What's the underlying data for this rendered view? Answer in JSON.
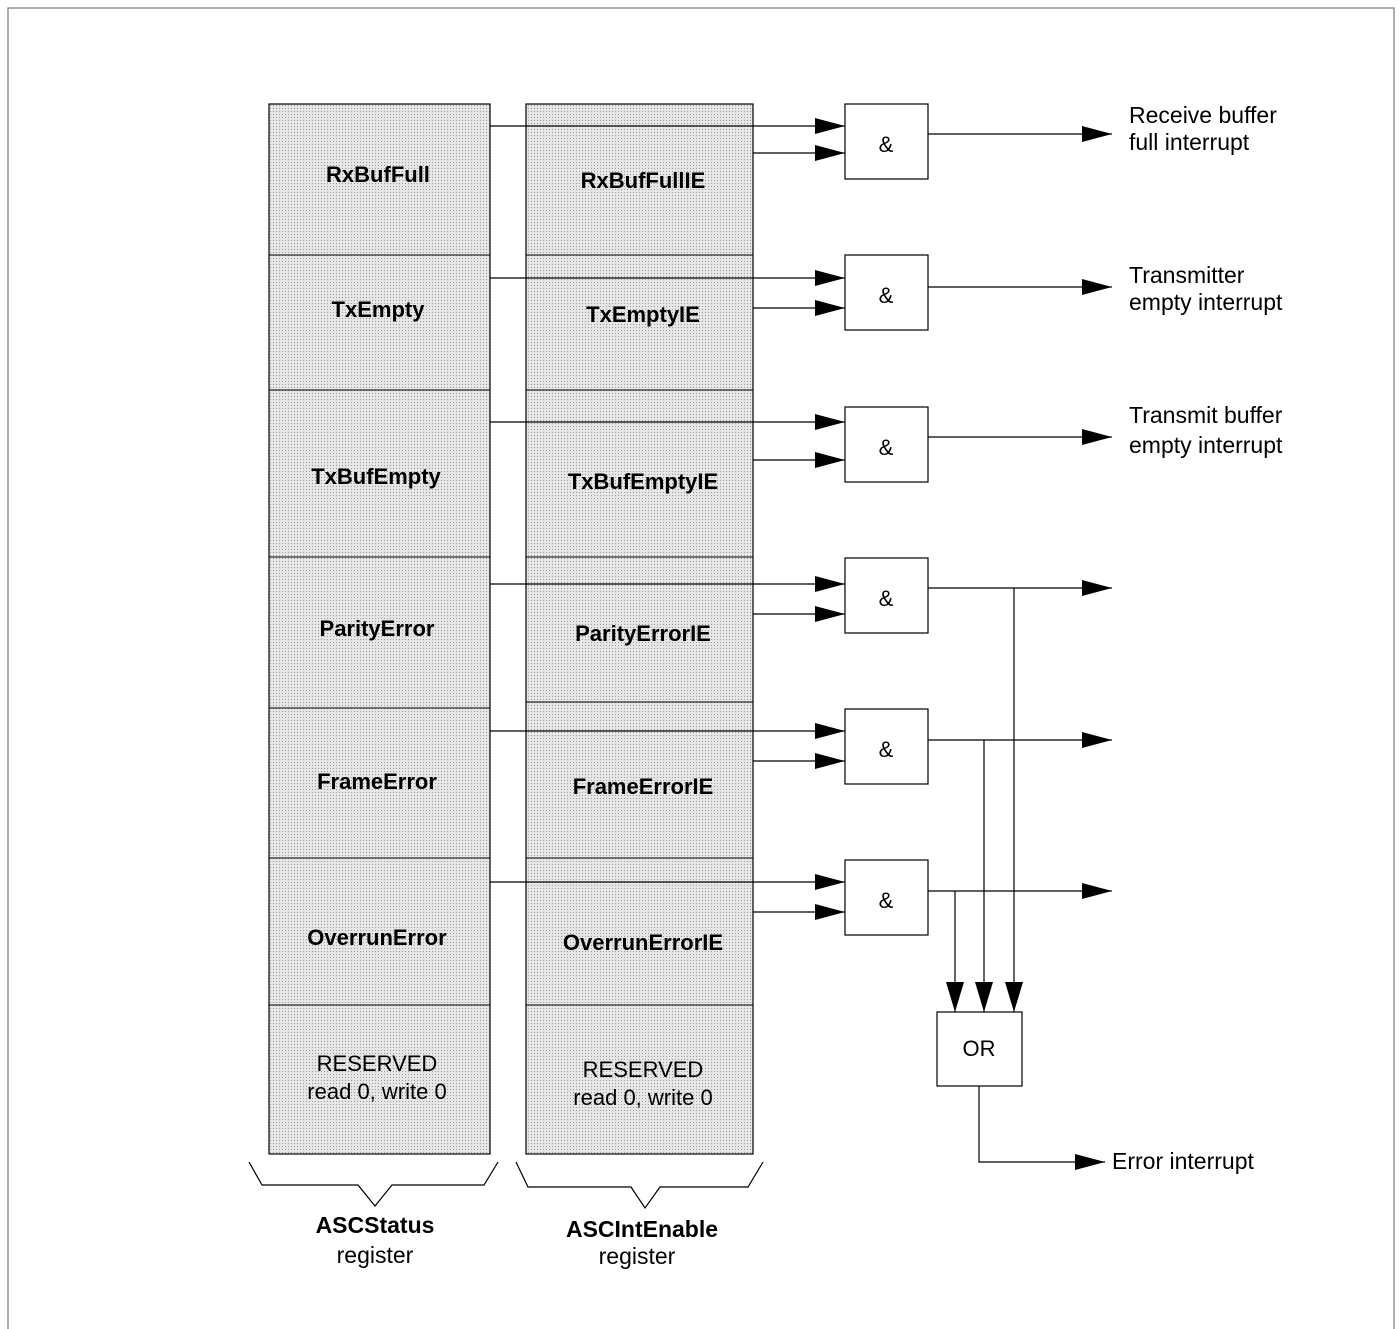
{
  "status_register": {
    "name": "ASCStatus",
    "suffix": "register",
    "fields": [
      "RxBufFull",
      "TxEmpty",
      "TxBufEmpty",
      "ParityError",
      "FrameError",
      "OverrunError"
    ],
    "reserved": [
      "RESERVED",
      "read 0, write 0"
    ]
  },
  "enable_register": {
    "name": "ASCIntEnable",
    "suffix": "register",
    "fields": [
      "RxBufFullIE",
      "TxEmptyIE",
      "TxBufEmptyIE",
      "ParityErrorIE",
      "FrameErrorIE",
      "OverrunErrorIE"
    ],
    "reserved": [
      "RESERVED",
      "read 0, write 0"
    ]
  },
  "gates": {
    "and_label": "&",
    "or_label": "OR"
  },
  "outputs": {
    "rx_full": [
      "Receive buffer",
      "full interrupt"
    ],
    "tx_empty": [
      "Transmitter",
      "empty interrupt"
    ],
    "txbuf_empty": [
      "Transmit buffer",
      "empty interrupt"
    ],
    "error": "Error interrupt"
  },
  "colors": {
    "register_fill": "#d8d8d8",
    "line": "#000000",
    "frame": "#777777"
  }
}
